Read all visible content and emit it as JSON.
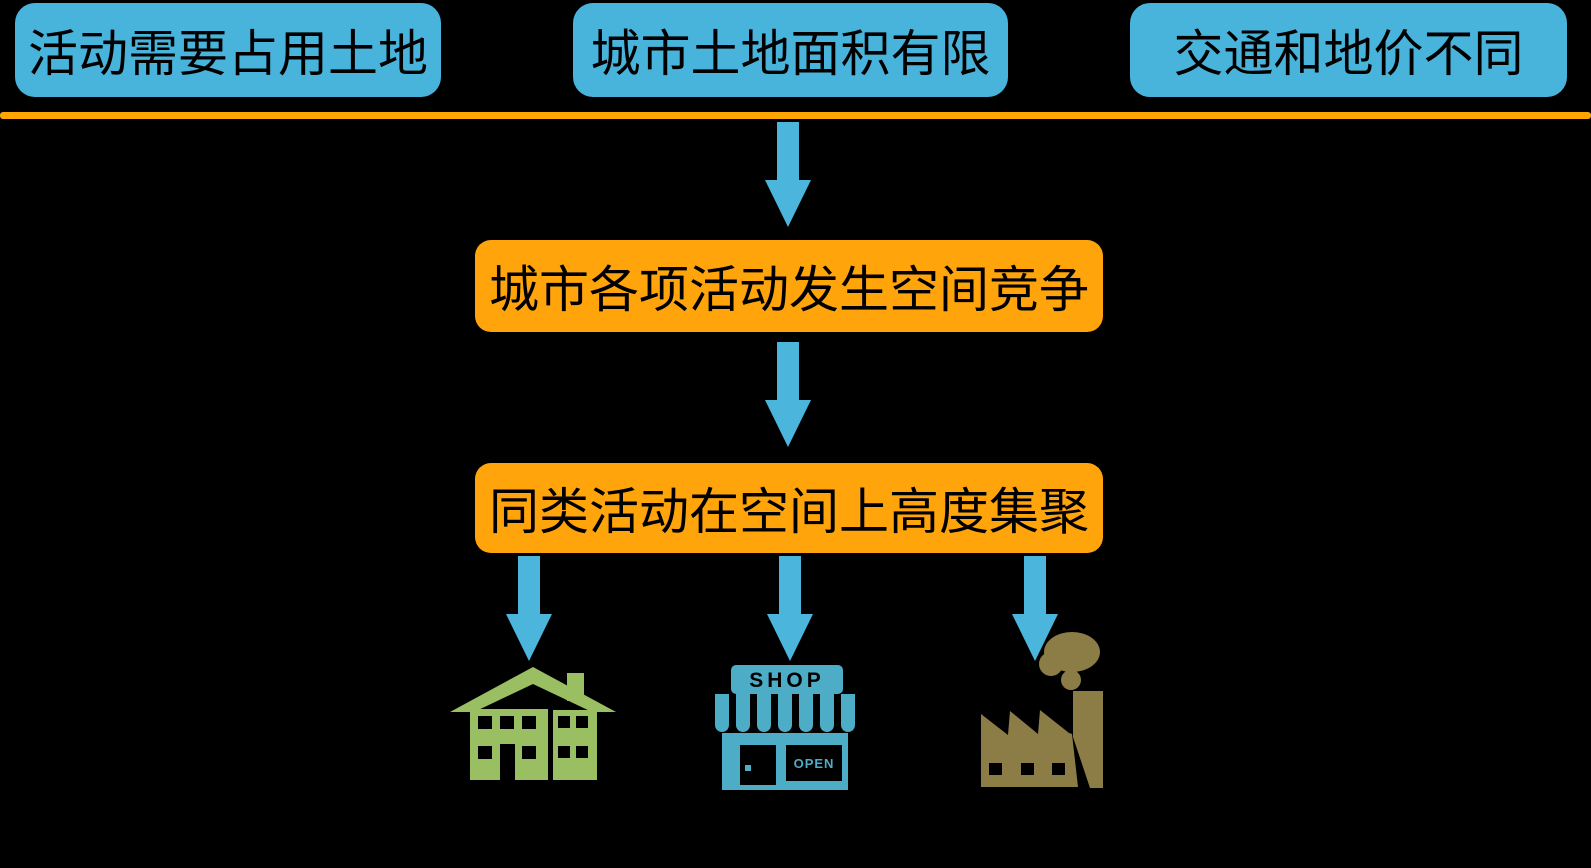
{
  "colors": {
    "background": "#000000",
    "box_blue": "#49B4DB",
    "arrow_blue": "#4BB5DC",
    "orange_box": "#FFA40A",
    "orange_line": "#FFA502",
    "house_green": "#99BF62",
    "shop_blue": "#4DACC6",
    "factory_olive": "#8C7D46",
    "text_black": "#000000"
  },
  "top_row": {
    "boxes": [
      {
        "label": "活动需要占用土地"
      },
      {
        "label": "城市土地面积有限"
      },
      {
        "label": "交通和地价不同"
      }
    ]
  },
  "flow": {
    "box1": {
      "label": "城市各项活动发生空间竞争"
    },
    "box2": {
      "label": "同类活动在空间上高度集聚"
    }
  },
  "icons": {
    "house": {
      "name": "house-icon"
    },
    "shop": {
      "name": "shop-icon",
      "sign": "SHOP",
      "door_sign": "OPEN"
    },
    "factory": {
      "name": "factory-icon"
    }
  }
}
